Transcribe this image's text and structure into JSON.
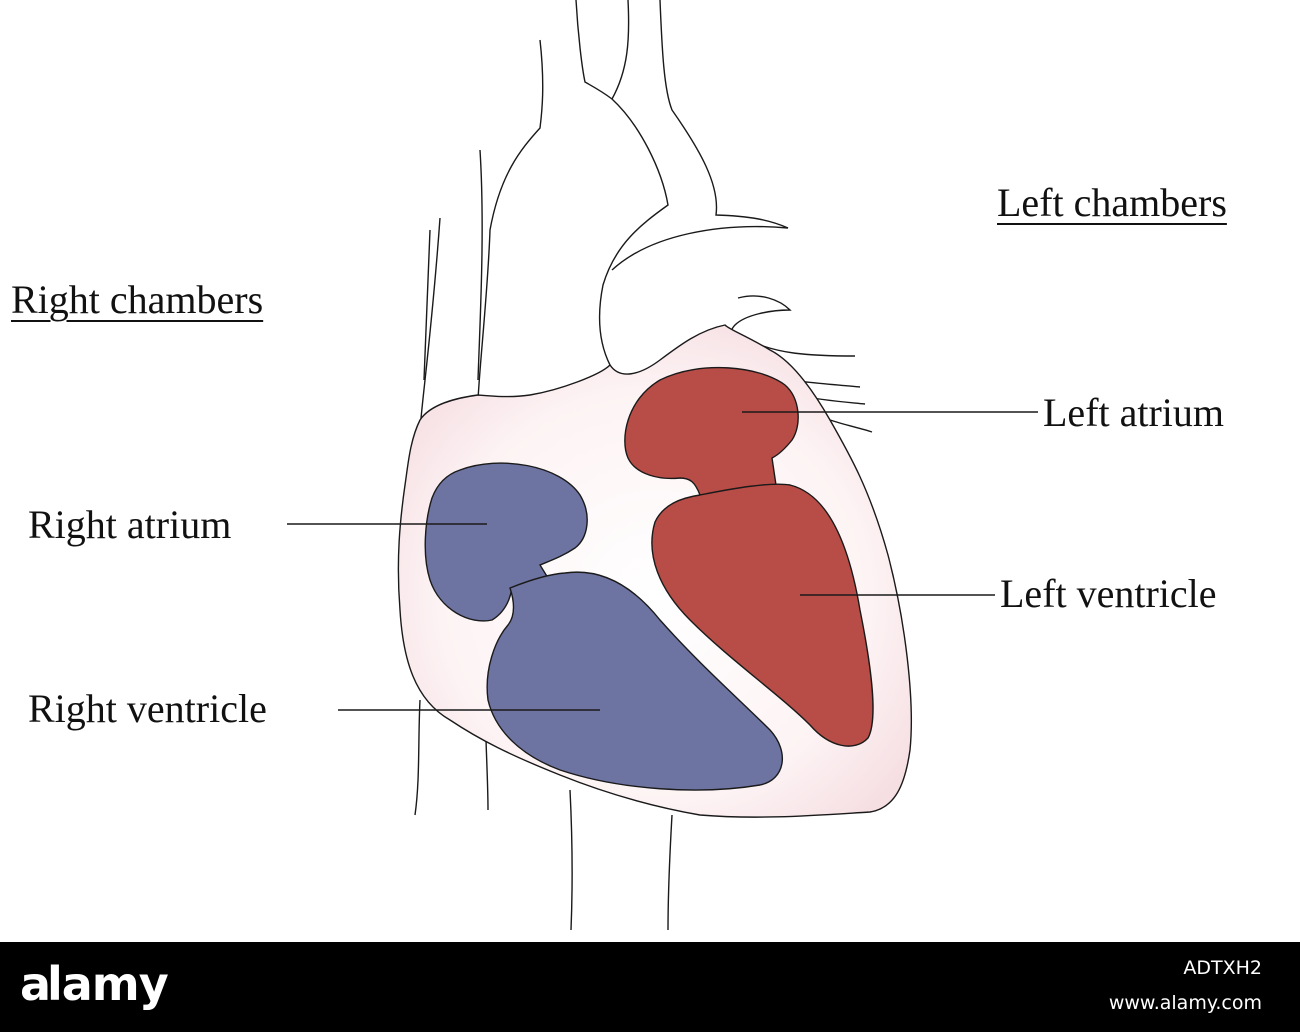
{
  "labels": {
    "right_chambers": "Right chambers",
    "left_chambers": "Left chambers",
    "left_atrium": "Left atrium",
    "right_atrium": "Right atrium",
    "left_ventricle": "Left ventricle",
    "right_ventricle": "Right ventricle"
  },
  "footer": {
    "logo": "alamy",
    "image_id": "ADTXH2",
    "url": "www.alamy.com"
  },
  "colors": {
    "right_chambers_fill": "#6e74a2",
    "left_chambers_fill": "#b84d47",
    "heart_wall": "#fbeef0",
    "outline": "#1a1a1a",
    "footer_bg": "#000000"
  }
}
